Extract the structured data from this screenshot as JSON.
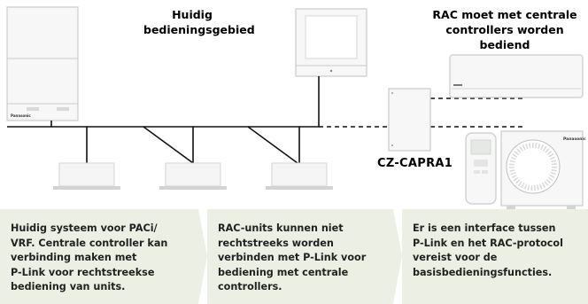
{
  "headings": {
    "current_area": "Huidig\nbedieningsgebied",
    "rac_central": "RAC moet met centrale\ncontrollers worden bediend"
  },
  "model_label": "CZ-CAPRA1",
  "brand": "Panasonic",
  "info_boxes": [
    {
      "text": "Huidig systeem voor PACi/\nVRF. Centrale controller kan\nverbinding maken met\nP-Link voor rechtstreekse\nbediening van units."
    },
    {
      "text": "RAC-units kunnen niet\nrechtstreeks worden\nverbinden met P-Link voor\nbediening met centrale\ncontrollers."
    },
    {
      "text": "Er is een interface tussen\nP-Link en het RAC-protocol\nvereist voor de\nbasisbedieningsfuncties."
    }
  ],
  "colors": {
    "box_bg": "#ecefe3",
    "device_outline": "#c9ccc9",
    "device_fill": "#f5f5f5",
    "wire": "#111111"
  }
}
